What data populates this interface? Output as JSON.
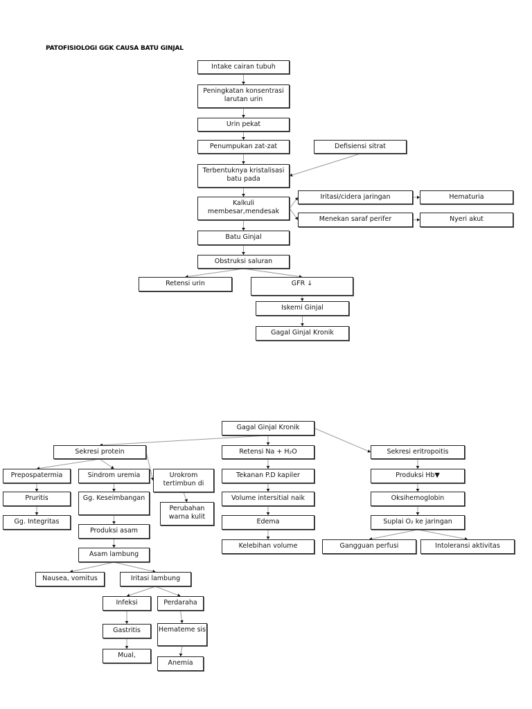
{
  "title": "PATOFISIOLOGI  GGK CAUSA BATU GINJAL",
  "line_color": "#999999",
  "nodes": {
    "intake": "Intake cairan tubuh",
    "peningkatan": "Peningkatan konsentrasi larutan urin",
    "urinpekat": "Urin pekat",
    "penumpukan": "Penumpukan zat-zat",
    "defisiensi": "Defisiensi sitrat",
    "terbentuknya": "Terbentuknya kristalisasi batu pada",
    "kalkuli": "Kalkuli membesar,mendesak",
    "iritasi": "Iritasi/cidera jaringan",
    "hematuria": "Hematuria",
    "menekan": "Menekan saraf perifer",
    "nyeri": "Nyeri akut",
    "batu": "Batu Ginjal",
    "obstruksi": "Obstruksi saluran",
    "retensiurin": "Retensi urin",
    "gfr": "GFR ↓",
    "iskemi": "Iskemi Ginjal",
    "ggk1": "Gagal Ginjal Kronik",
    "ggk2": "Gagal Ginjal Kronik",
    "sekresiprotein": "Sekresi protein",
    "retensina": "Retensi Na + H₂O",
    "sekresieritro": "Sekresi eritropoitis",
    "prepos": "Prepospatermia",
    "sindrom": "Sindrom uremia",
    "urokrom": "Urokrom tertimbun di",
    "pruritis": "Pruritis",
    "ggkes": "Gg. Keseimbangan",
    "perubahan": "Perubahan warna kulit",
    "ggint": "Gg. Integritas",
    "produksiasam": "Produksi asam",
    "asamlambung": "Asam lambung",
    "nausea": "Nausea, vomitus",
    "iritasilambung": "Iritasi lambung",
    "infeksi": "Infeksi",
    "perdaraha": "Perdaraha",
    "gastritis": "Gastritis",
    "hematemesis": "Hemateme sis",
    "mual": "Mual,",
    "anemia": "Anemia",
    "tekanan": "Tekanan P.D kapiler",
    "volume": "Volume intersitial naik",
    "edema": "Edema",
    "kelebihan": "Kelebihan volume",
    "produksihb": "Produksi Hb▼",
    "oksi": "Oksihemoglobin",
    "suplai": "Suplai O₂ ke jaringan",
    "gangguan": "Gangguan perfusi",
    "intoleransi": "Intoleransi aktivitas"
  },
  "edges": [
    [
      "intake",
      "peningkatan"
    ],
    [
      "peningkatan",
      "urinpekat"
    ],
    [
      "urinpekat",
      "penumpukan"
    ],
    [
      "penumpukan",
      "terbentuknya"
    ],
    [
      "defisiensi",
      "terbentuknya"
    ],
    [
      "terbentuknya",
      "kalkuli"
    ],
    [
      "kalkuli",
      "iritasi"
    ],
    [
      "kalkuli",
      "menekan"
    ],
    [
      "iritasi",
      "hematuria"
    ],
    [
      "menekan",
      "nyeri"
    ],
    [
      "kalkuli",
      "batu"
    ],
    [
      "batu",
      "obstruksi"
    ],
    [
      "obstruksi",
      "retensiurin"
    ],
    [
      "obstruksi",
      "gfr"
    ],
    [
      "gfr",
      "iskemi"
    ],
    [
      "iskemi",
      "ggk1"
    ],
    [
      "ggk2",
      "sekresiprotein"
    ],
    [
      "ggk2",
      "retensina"
    ],
    [
      "ggk2",
      "sekresieritro"
    ],
    [
      "sekresiprotein",
      "prepos"
    ],
    [
      "sekresiprotein",
      "sindrom"
    ],
    [
      "sekresiprotein",
      "urokrom"
    ],
    [
      "prepos",
      "pruritis"
    ],
    [
      "pruritis",
      "ggint"
    ],
    [
      "sindrom",
      "ggkes"
    ],
    [
      "urokrom",
      "perubahan"
    ],
    [
      "ggkes",
      "produksiasam"
    ],
    [
      "produksiasam",
      "asamlambung"
    ],
    [
      "asamlambung",
      "nausea"
    ],
    [
      "asamlambung",
      "iritasilambung"
    ],
    [
      "iritasilambung",
      "infeksi"
    ],
    [
      "iritasilambung",
      "perdaraha"
    ],
    [
      "infeksi",
      "gastritis"
    ],
    [
      "gastritis",
      "mual"
    ],
    [
      "perdaraha",
      "hematemesis"
    ],
    [
      "hematemesis",
      "anemia"
    ],
    [
      "retensina",
      "tekanan"
    ],
    [
      "tekanan",
      "volume"
    ],
    [
      "volume",
      "edema"
    ],
    [
      "edema",
      "kelebihan"
    ],
    [
      "sekresieritro",
      "produksihb"
    ],
    [
      "produksihb",
      "oksi"
    ],
    [
      "oksi",
      "suplai"
    ],
    [
      "suplai",
      "gangguan"
    ],
    [
      "suplai",
      "intoleransi"
    ]
  ]
}
